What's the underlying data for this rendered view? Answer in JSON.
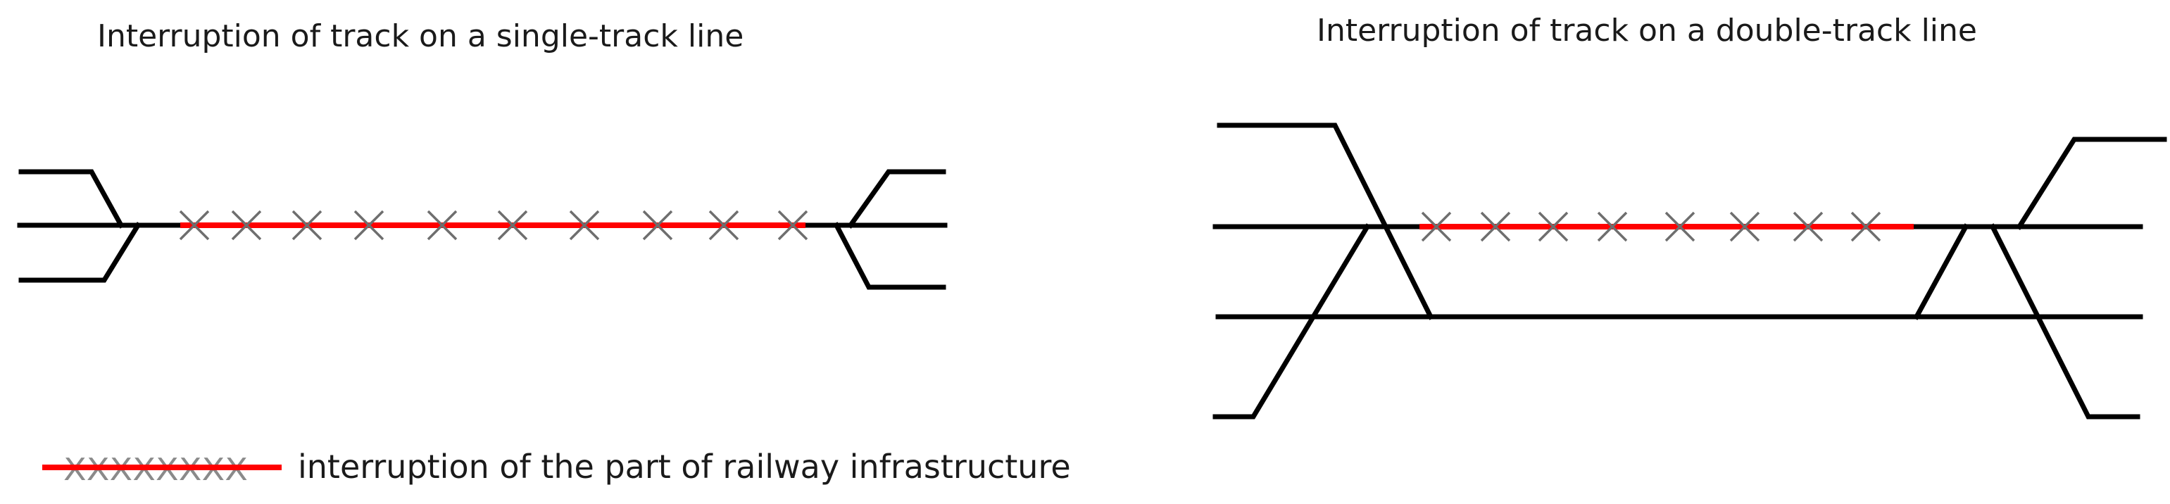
{
  "diagrams": {
    "single_track": {
      "title": "Interruption of track on a single-track line"
    },
    "double_track": {
      "title": "Interruption of track on a double-track line"
    }
  },
  "legend": {
    "symbol_text": "XXXXXXXX",
    "description": "interruption of the part of railway infrastructure"
  },
  "colors": {
    "track": "#000000",
    "interruption": "#ff0000",
    "cross_marks": "#6e6e6e"
  }
}
